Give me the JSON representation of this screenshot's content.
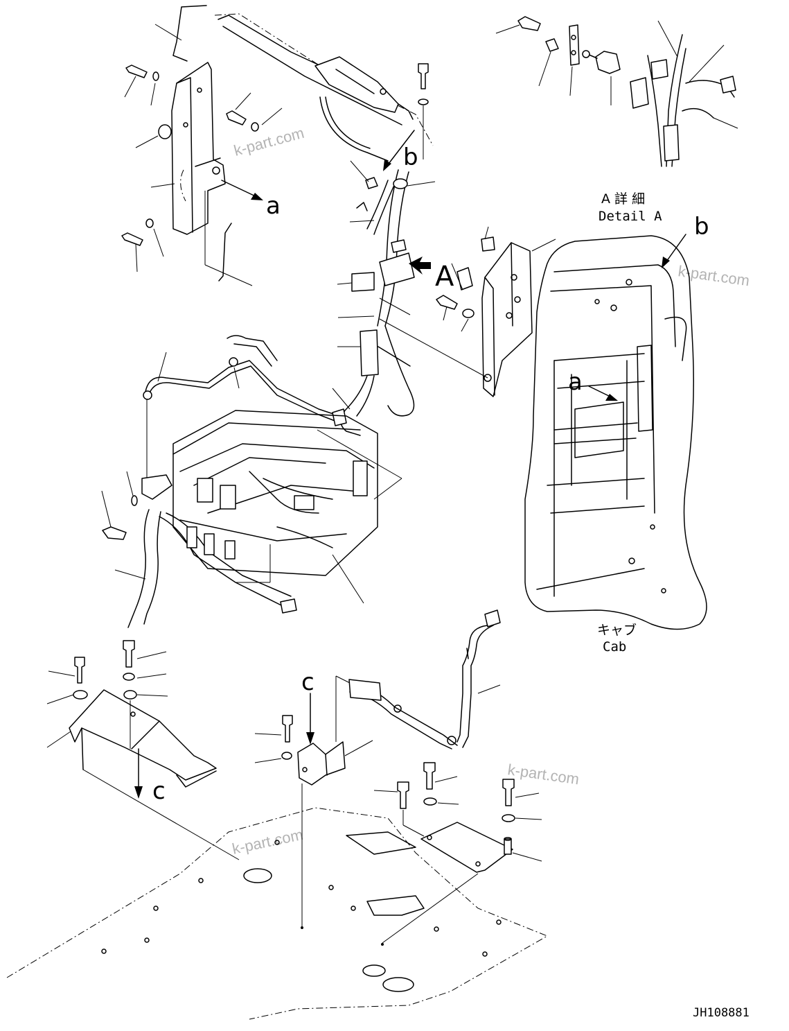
{
  "diagram": {
    "view_labels": {
      "a_left": "a",
      "a_right": "a",
      "b_top": "b",
      "b_right": "b",
      "c_left": "c",
      "c_center": "c",
      "A_arrow": "A"
    },
    "detail_a": {
      "title_jp": "A 詳 細",
      "title_en": "Detail A"
    },
    "cab": {
      "label_jp": "キャブ",
      "label_en": "Cab"
    },
    "drawing_number": "JH108881",
    "watermarks": [
      "k-part.com",
      "k-part.com",
      "k-part.com",
      "k-part.com"
    ]
  }
}
